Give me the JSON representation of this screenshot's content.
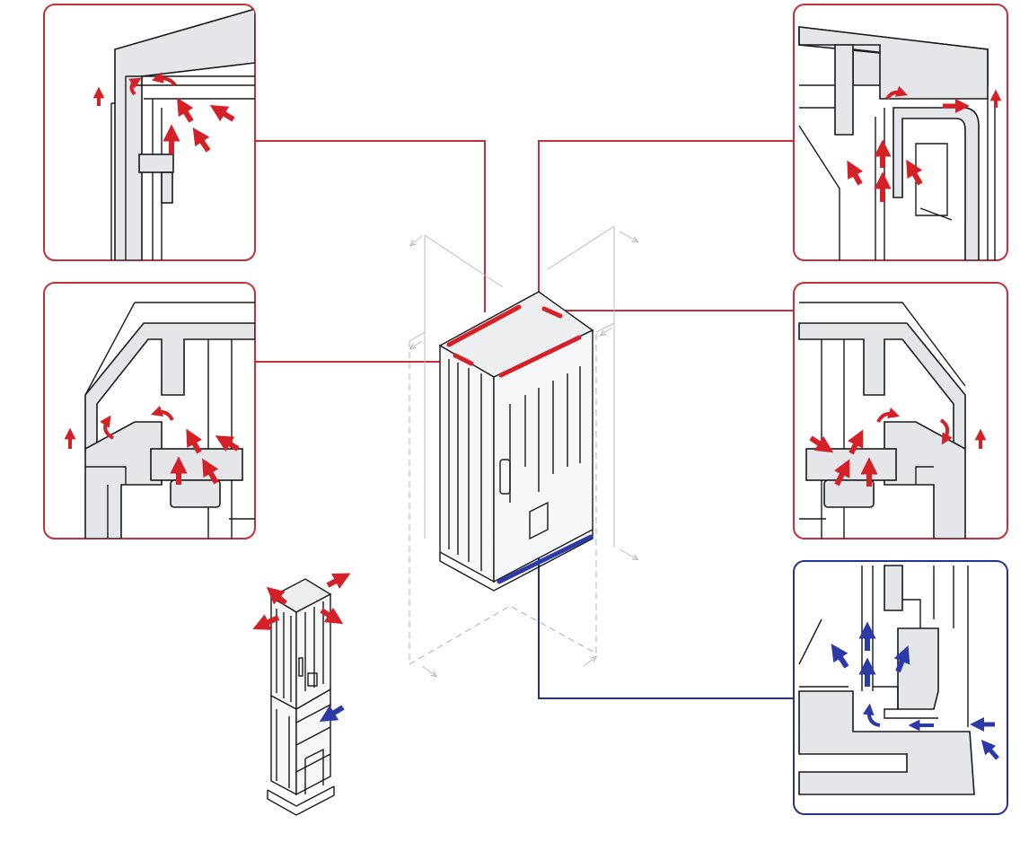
{
  "colors": {
    "airflow_out": "#d42027",
    "airflow_in": "#2b3aa6",
    "frame_red": "#c0323a",
    "frame_blue": "#22348e",
    "part_fill": "#e4e6ea",
    "outline": "#1a1a1a",
    "guide_plane": "#a7adb4"
  },
  "panels": [
    {
      "name": "detail-top-left",
      "frame": "red",
      "arrow_color": "red"
    },
    {
      "name": "detail-mid-left",
      "frame": "red",
      "arrow_color": "red"
    },
    {
      "name": "detail-top-right",
      "frame": "red",
      "arrow_color": "red"
    },
    {
      "name": "detail-mid-right",
      "frame": "red",
      "arrow_color": "red"
    },
    {
      "name": "detail-bottom-right",
      "frame": "blue",
      "arrow_color": "blue"
    }
  ],
  "icons": {
    "cabinet": "enclosure-cabinet-icon",
    "pedestal": "cabinet-on-pedestal-icon",
    "arrow_out": "red-airflow-arrow-icon",
    "arrow_in": "blue-airflow-arrow-icon"
  }
}
